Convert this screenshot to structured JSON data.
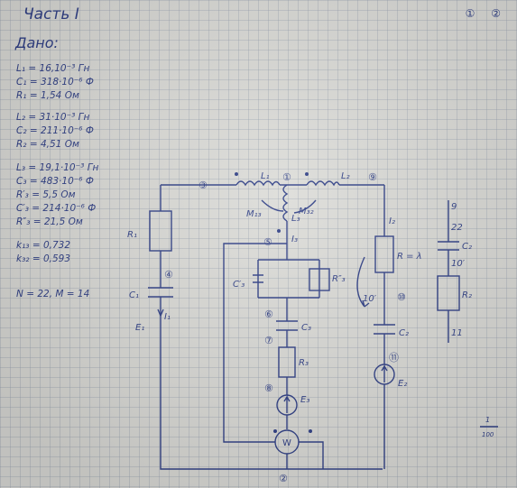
{
  "header": {
    "title": "Часть I",
    "given": "Дано:",
    "corner_marks": [
      "①",
      "②"
    ]
  },
  "params": {
    "L1": "L₁ = 16,10⁻³ Гн",
    "C1": "C₁ = 318·10⁻⁶ Ф",
    "R1": "R₁ = 1,54 Ом",
    "L2": "L₂ = 31·10⁻³ Гн",
    "C2": "C₂ = 211·10⁻⁶ Ф",
    "R2": "R₂ = 4,51 Ом",
    "L3": "L₃ = 19,1·10⁻³ Гн",
    "C3": "C₃ = 483·10⁻⁶ Ф",
    "R3": "R′₃ = 5,5 Ом",
    "C3p": "C′₃ = 214·10⁻⁶ Ф",
    "R3pp": "R″₃ = 21,5 Ом",
    "k13": "k₁₃ = 0,732",
    "k32": "k₃₂ = 0,593",
    "variant": "N = 22, M = 14"
  },
  "circuit": {
    "labels": {
      "L1": "L₁",
      "L2": "L₂",
      "L3": "L₃",
      "M13": "M₁₃",
      "M32": "M₃₂",
      "C1": "C₁",
      "C2": "C₂",
      "C3": "C₃",
      "C3p": "C′₃",
      "R1": "R₁",
      "R3": "R₃",
      "R3pp": "R″₃",
      "R2": "R = λ",
      "E1": "E₁",
      "E2": "E₂",
      "E3": "E₃",
      "I1": "I₁",
      "I2": "I₂",
      "I3": "I₃",
      "W": "W",
      "var": "10′"
    },
    "nodes": [
      "③",
      "①",
      "⑨",
      "⑤",
      "④",
      "⑥",
      "⑦",
      "⑧",
      "⑩",
      "⑪",
      "②"
    ],
    "side_sketch": {
      "top": "9",
      "n2": "22",
      "c": "C₂",
      "mid": "10′",
      "r": "R₂",
      "bottom": "11"
    }
  },
  "footer": {
    "corner_fraction": "1",
    "corner_denominator": "100"
  }
}
